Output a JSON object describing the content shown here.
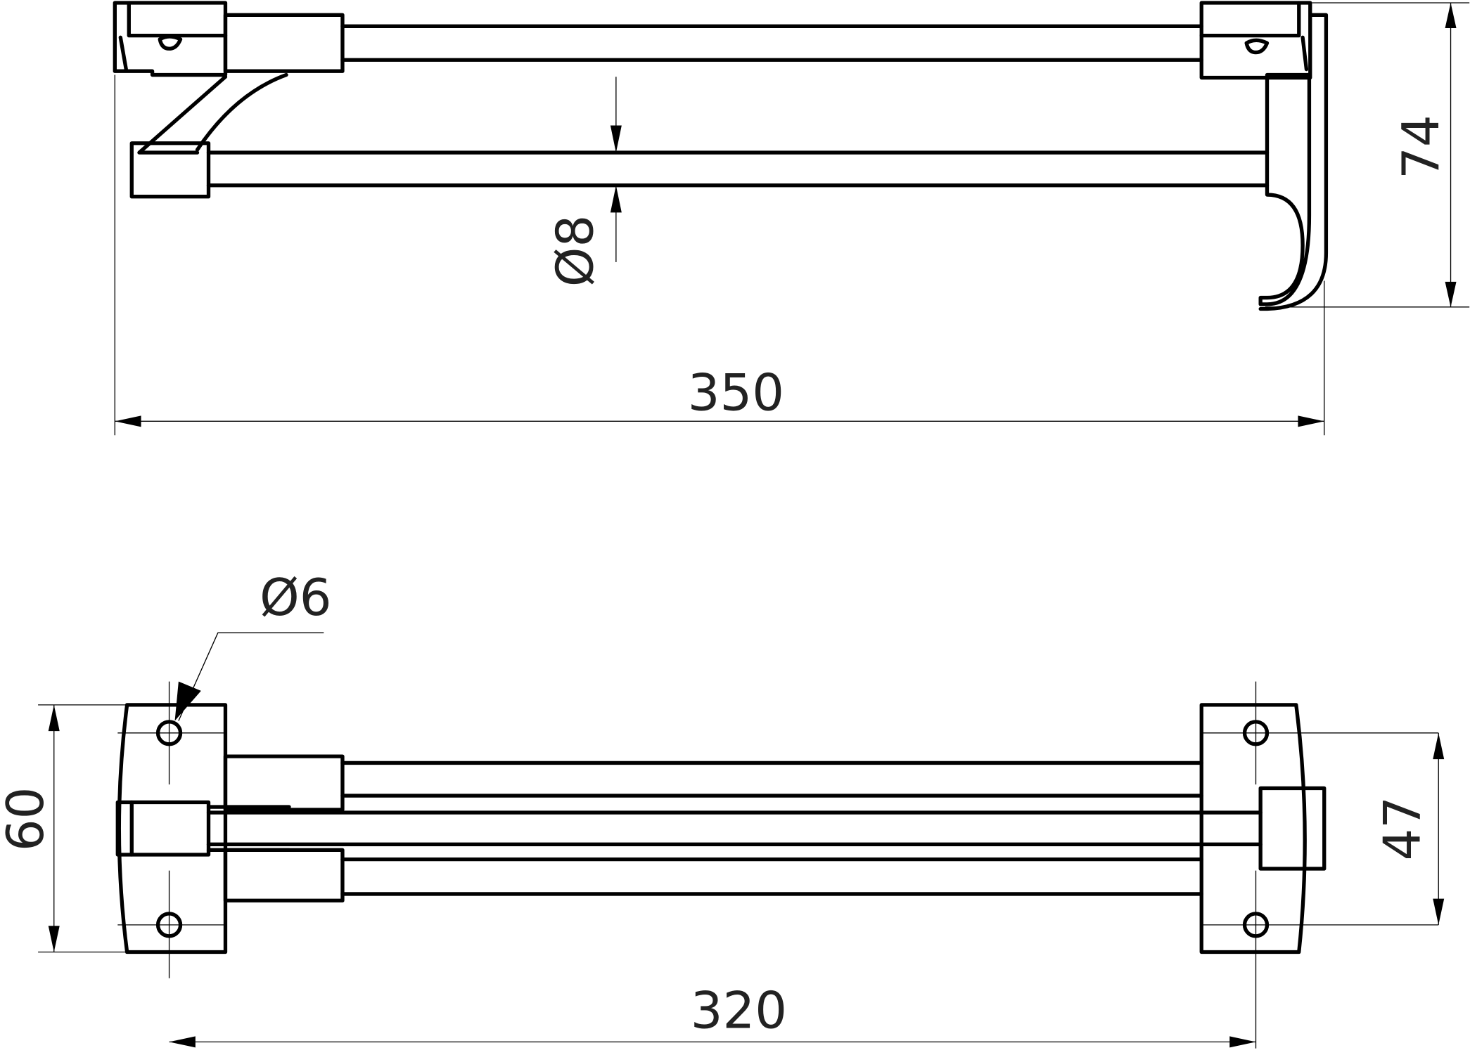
{
  "title": "Double towel rail technical drawing",
  "top_view": {
    "overall_length": "350",
    "height": "74",
    "bar_diameter": "Ø8"
  },
  "front_view": {
    "plate_height": "60",
    "hole_spacing_vertical": "47",
    "hole_spacing_horizontal": "320",
    "hole_diameter": "Ø6"
  }
}
